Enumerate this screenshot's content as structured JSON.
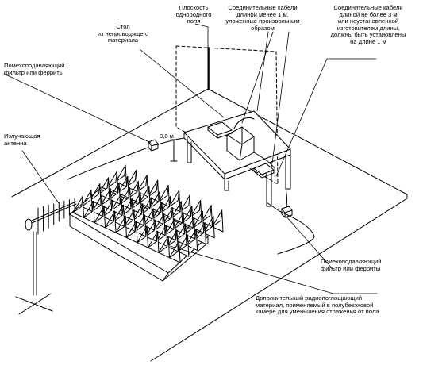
{
  "diagram": {
    "labels": {
      "field_plane": "Плоскость\nоднородного\nполя",
      "table": "Стол\nиз непроводящего\nматериала",
      "cables_short": "Соединительные кабели\nдлиной менее 1 м,\nуложенные произвольным\nобразом",
      "cables_long": "Соединительные кабели\nдлиной не более 3 м\nили неустановленной\nизготовителем длины,\nдолжны быть установлены\nна длине 1 м",
      "filter_left": "Помехоподавляющий\nфильтр или ферриты",
      "height": "0,8 м",
      "antenna": "Излучающая\nантенна",
      "filter_right": "Помехоподавляющий\nфильтр или ферриты",
      "absorber": "Дополнительный радиопоглощающий\nматериал, применяемый в полубезэховой\nкамере для уменьшения отражения от пола"
    },
    "colors": {
      "ink": "#000000",
      "paper": "#ffffff"
    }
  }
}
